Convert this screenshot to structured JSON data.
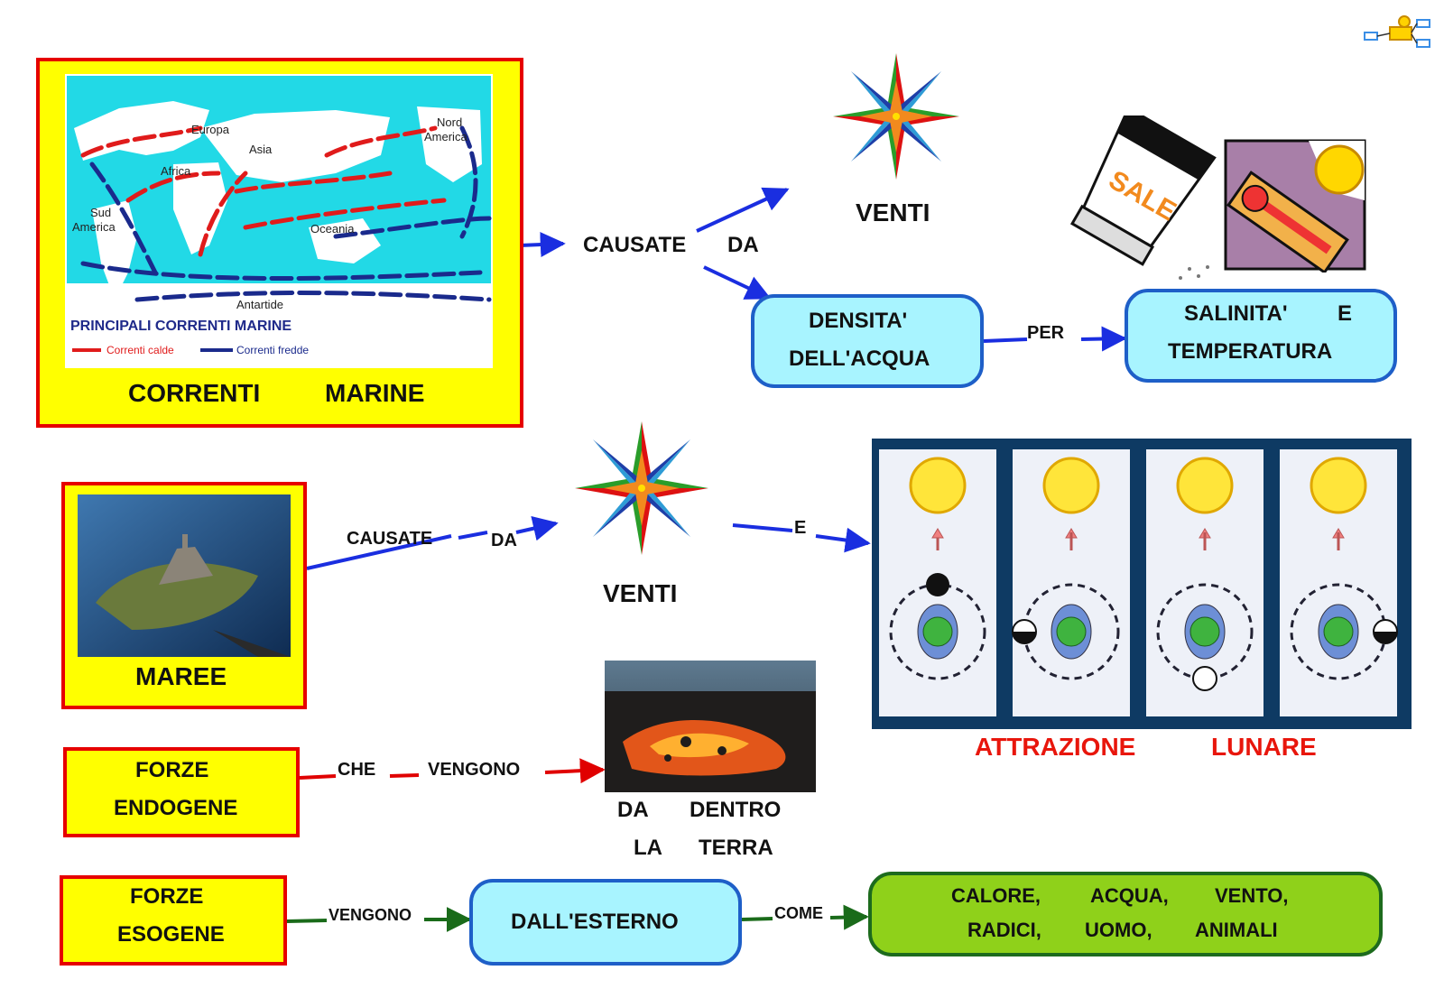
{
  "correnti": {
    "title_a": "CORRENTI",
    "title_b": "MARINE",
    "map": {
      "caption": "PRINCIPALI CORRENTI  MARINE",
      "legend_warm": "Correnti calde",
      "legend_cold": "Correnti fredde",
      "labels": [
        "Europa",
        "Asia",
        "Africa",
        "Nord America",
        "Sud America",
        "Oceania",
        "Antartide"
      ]
    },
    "causate": "CAUSATE",
    "da": "DA",
    "venti": "VENTI",
    "densita_a": "DENSITA'",
    "densita_b": "DELL'ACQUA",
    "per": "PER",
    "salinita_a": "SALINITA'",
    "salinita_e": "E",
    "salinita_b": "TEMPERATURA",
    "sale_label": "SALE"
  },
  "maree": {
    "title": "MAREE",
    "causate": "CAUSATE",
    "da": "DA",
    "venti": "VENTI",
    "e": "E",
    "attrazione": "ATTRAZIONE",
    "lunare": "LUNARE"
  },
  "endogene": {
    "title_a": "FORZE",
    "title_b": "ENDOGENE",
    "che": "CHE",
    "vengono": "VENGONO",
    "da": "DA",
    "dentro": "DENTRO",
    "la": "LA",
    "terra": "TERRA"
  },
  "esogene": {
    "title_a": "FORZE",
    "title_b": "ESOGENE",
    "vengono": "VENGONO",
    "esterno": "DALL'ESTERNO",
    "come": "COME",
    "list_line1": [
      "CALORE,",
      "ACQUA,",
      "VENTO,"
    ],
    "list_line2": [
      "RADICI,",
      "UOMO,",
      "ANIMALI"
    ]
  },
  "colors": {
    "yellow_box": "#ffff00",
    "red_border": "#e60000",
    "cyan_box": "#a8f4ff",
    "blue_border": "#1e5fc8",
    "green_box": "#8fd11a",
    "arrow_blue": "#1a2ee0",
    "arrow_red": "#e00000",
    "arrow_green": "#1a6b1a"
  },
  "icons": [
    "compass-rose-icon",
    "salt-shaker-icon",
    "thermometer-sun-icon",
    "moon-phase-panel-icon",
    "island-photo-icon",
    "lava-photo-icon",
    "logo-icon"
  ]
}
